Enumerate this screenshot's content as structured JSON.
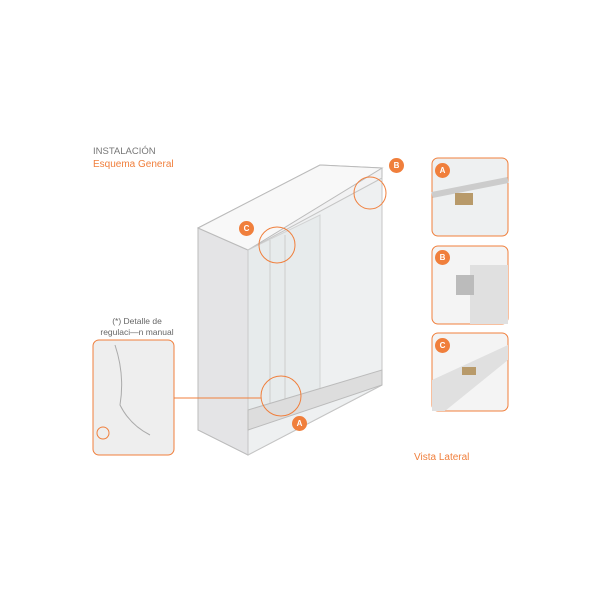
{
  "header": {
    "title": "INSTALACIÓN",
    "subtitle": "Esquema General"
  },
  "note": "(*) Detalle de regulaci—n manual",
  "footer": "Vista Lateral",
  "markers": {
    "a": "A",
    "b": "B",
    "c": "C"
  },
  "colors": {
    "accent": "#f07f3c",
    "panel": "#e9e9ea"
  }
}
